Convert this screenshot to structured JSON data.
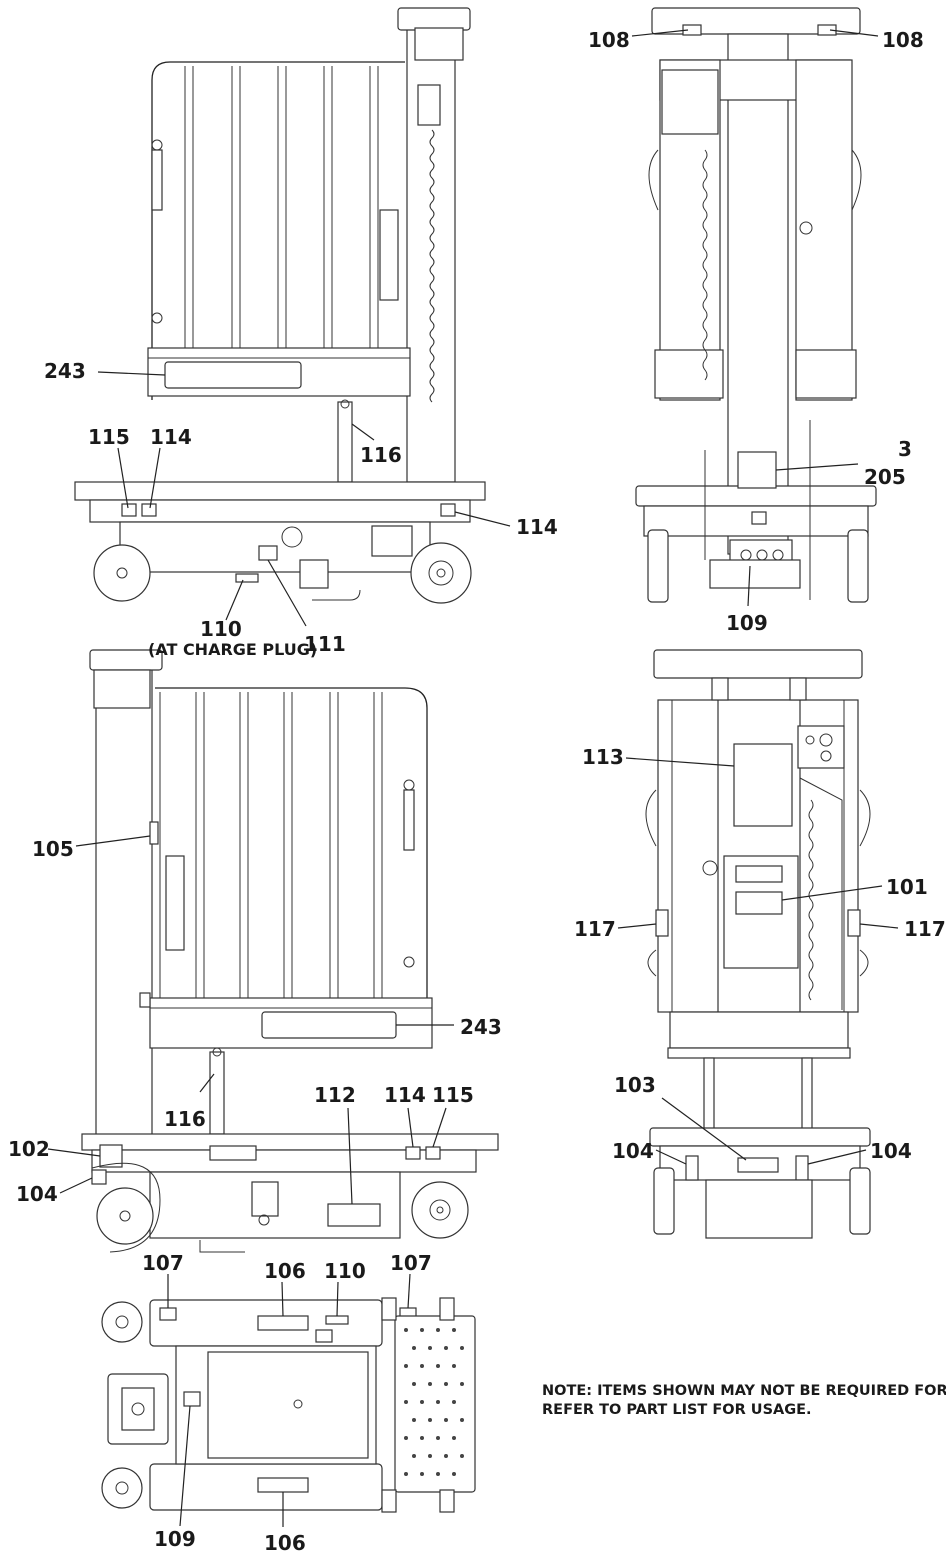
{
  "callouts": {
    "c243a": "243",
    "c115a": "115",
    "c114a": "114",
    "c116a": "116",
    "c114b": "114",
    "c110a": "110",
    "c110a_note": "(AT CHARGE PLUG)",
    "c111": "111",
    "c108a": "108",
    "c108b": "108",
    "c3": "3",
    "c205": "205",
    "c109a": "109",
    "c105": "105",
    "c243b": "243",
    "c116b": "116",
    "c112": "112",
    "c114c": "114",
    "c115b": "115",
    "c102": "102",
    "c104a": "104",
    "c113": "113",
    "c101": "101",
    "c117a": "117",
    "c117b": "117",
    "c103": "103",
    "c104b": "104",
    "c104c": "104",
    "c107a": "107",
    "c106a": "106",
    "c110b": "110",
    "c107b": "107",
    "c109b": "109",
    "c106b": "106"
  },
  "note": {
    "line1": "NOTE: ITEMS SHOWN MAY NOT BE  REQUIRED FOR",
    "line2": "REFER TO PART LIST FOR USAGE."
  }
}
